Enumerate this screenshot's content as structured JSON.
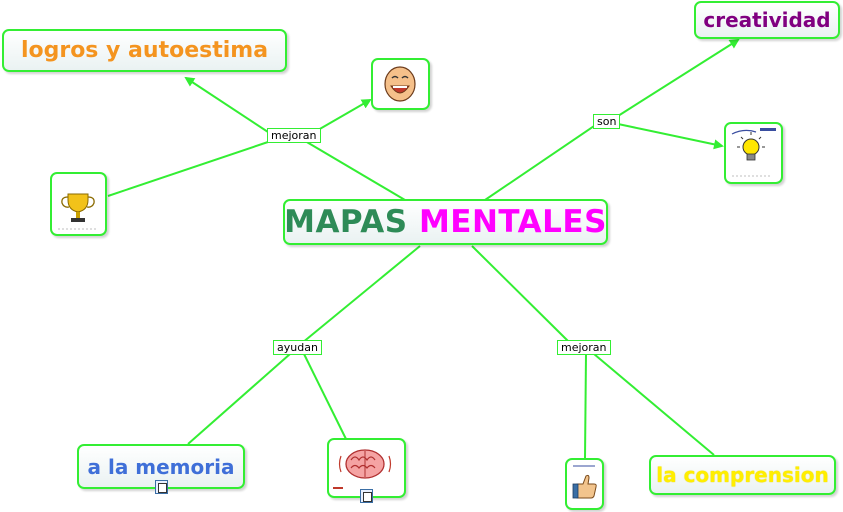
{
  "center": {
    "part1": "MAPAS",
    "part2": "MENTALES",
    "color1": "#2e8b57",
    "color2": "#ff00ff"
  },
  "topics": {
    "logros": {
      "text": "logros y autoestima",
      "color": "#f4941f"
    },
    "creatividad": {
      "text": "creatividad",
      "color": "#800080"
    },
    "memoria": {
      "text": "a la memoria",
      "color": "#3f6fd8"
    },
    "comprension": {
      "text": "la comprension",
      "color": "#ffee00"
    }
  },
  "links": {
    "mejoran_top": "mejoran",
    "son": "son",
    "ayudan": "ayudan",
    "mejoran_bottom": "mejoran"
  },
  "colors": {
    "line": "#33ee33",
    "background": "#ffffff"
  },
  "icons": [
    "laughing-face-icon",
    "trophy-icon",
    "lightbulb-icon",
    "brain-icon",
    "thumbs-up-icon",
    "note-icon"
  ]
}
